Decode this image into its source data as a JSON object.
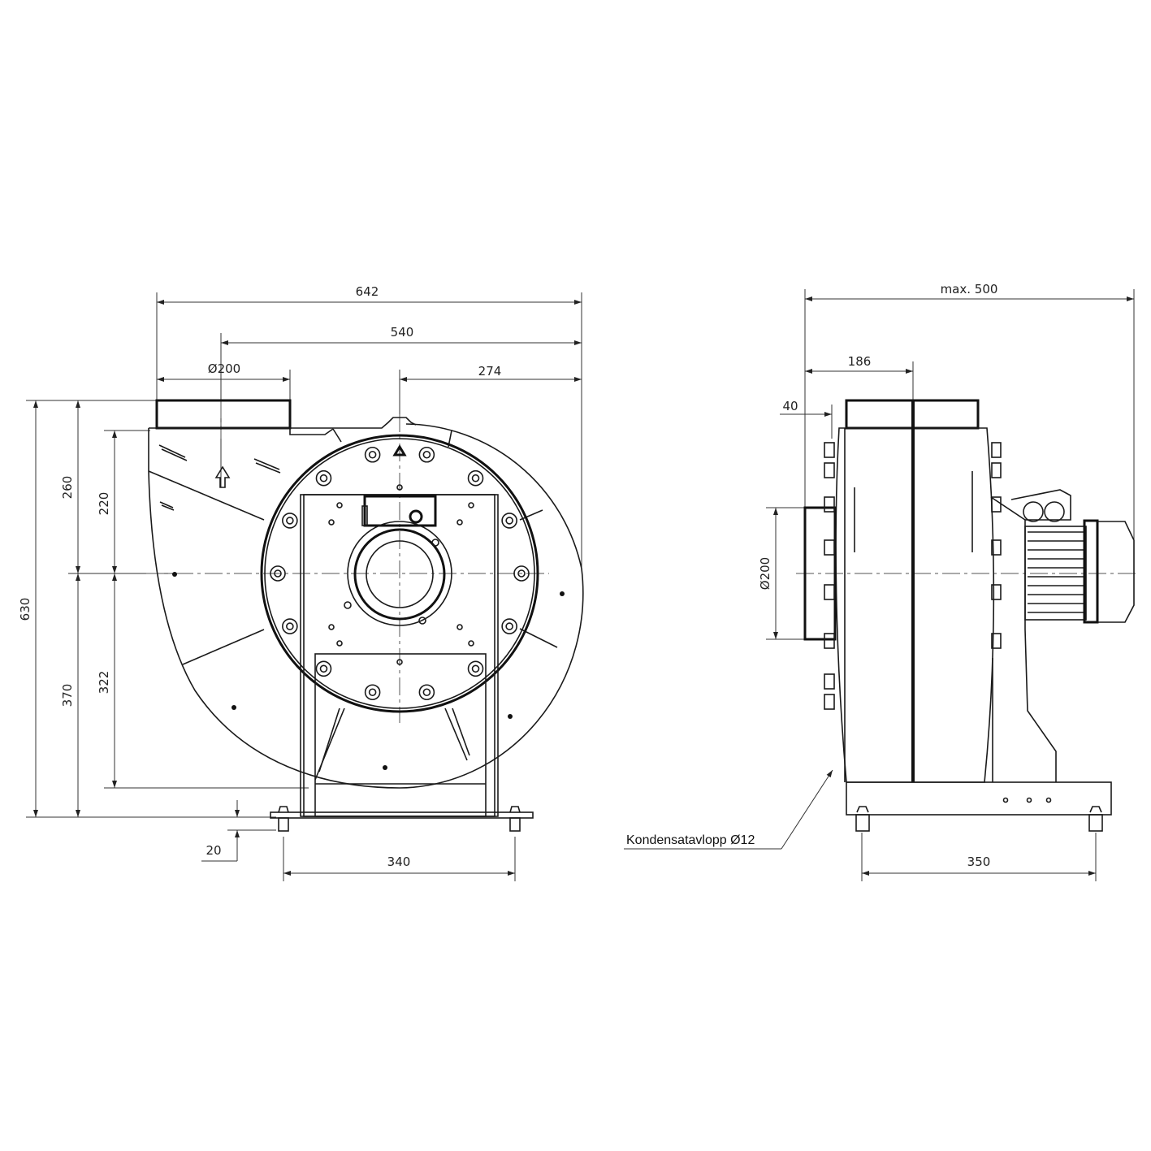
{
  "front_view": {
    "dims": {
      "overall_width": "642",
      "inlet_to_edge": "540",
      "outlet_diameter": "Ø200",
      "center_to_edge": "274",
      "overall_height": "630",
      "upper_height": "260",
      "lower_height": "370",
      "outlet_to_center": "220",
      "center_to_bottom": "322",
      "foot_height": "20",
      "foot_spacing": "340"
    }
  },
  "side_view": {
    "dims": {
      "max_width": "max. 500",
      "inlet_to_center": "186",
      "inlet_length": "40",
      "inlet_diameter": "Ø200",
      "foot_spacing": "350"
    },
    "condensate_label": "Kondensatavlopp Ø12"
  }
}
